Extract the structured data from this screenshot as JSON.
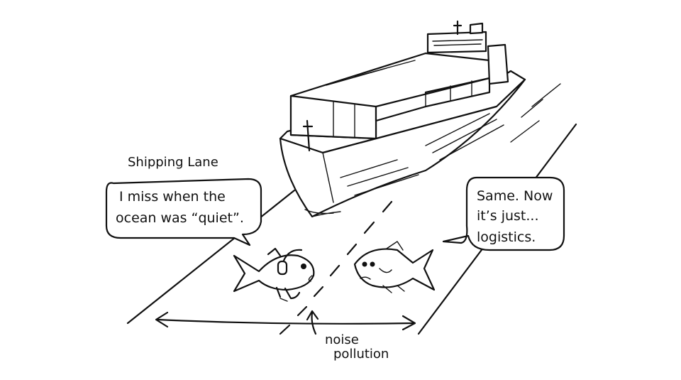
{
  "cartoon": {
    "lane_label": "Shipping Lane",
    "left_speech_line1": "I miss when the",
    "left_speech_line2": "ocean was “quiet”.",
    "right_speech_line1": "Same. Now",
    "right_speech_line2": "it’s just...",
    "right_speech_line3": "logistics.",
    "arrow_label_line1": "noise",
    "arrow_label_line2": "pollution",
    "icons": [
      "container-ship",
      "fish-with-headphones",
      "fish",
      "double-arrow",
      "speech-bubble"
    ],
    "colors": {
      "ink": "#111111",
      "background": "#ffffff"
    }
  }
}
